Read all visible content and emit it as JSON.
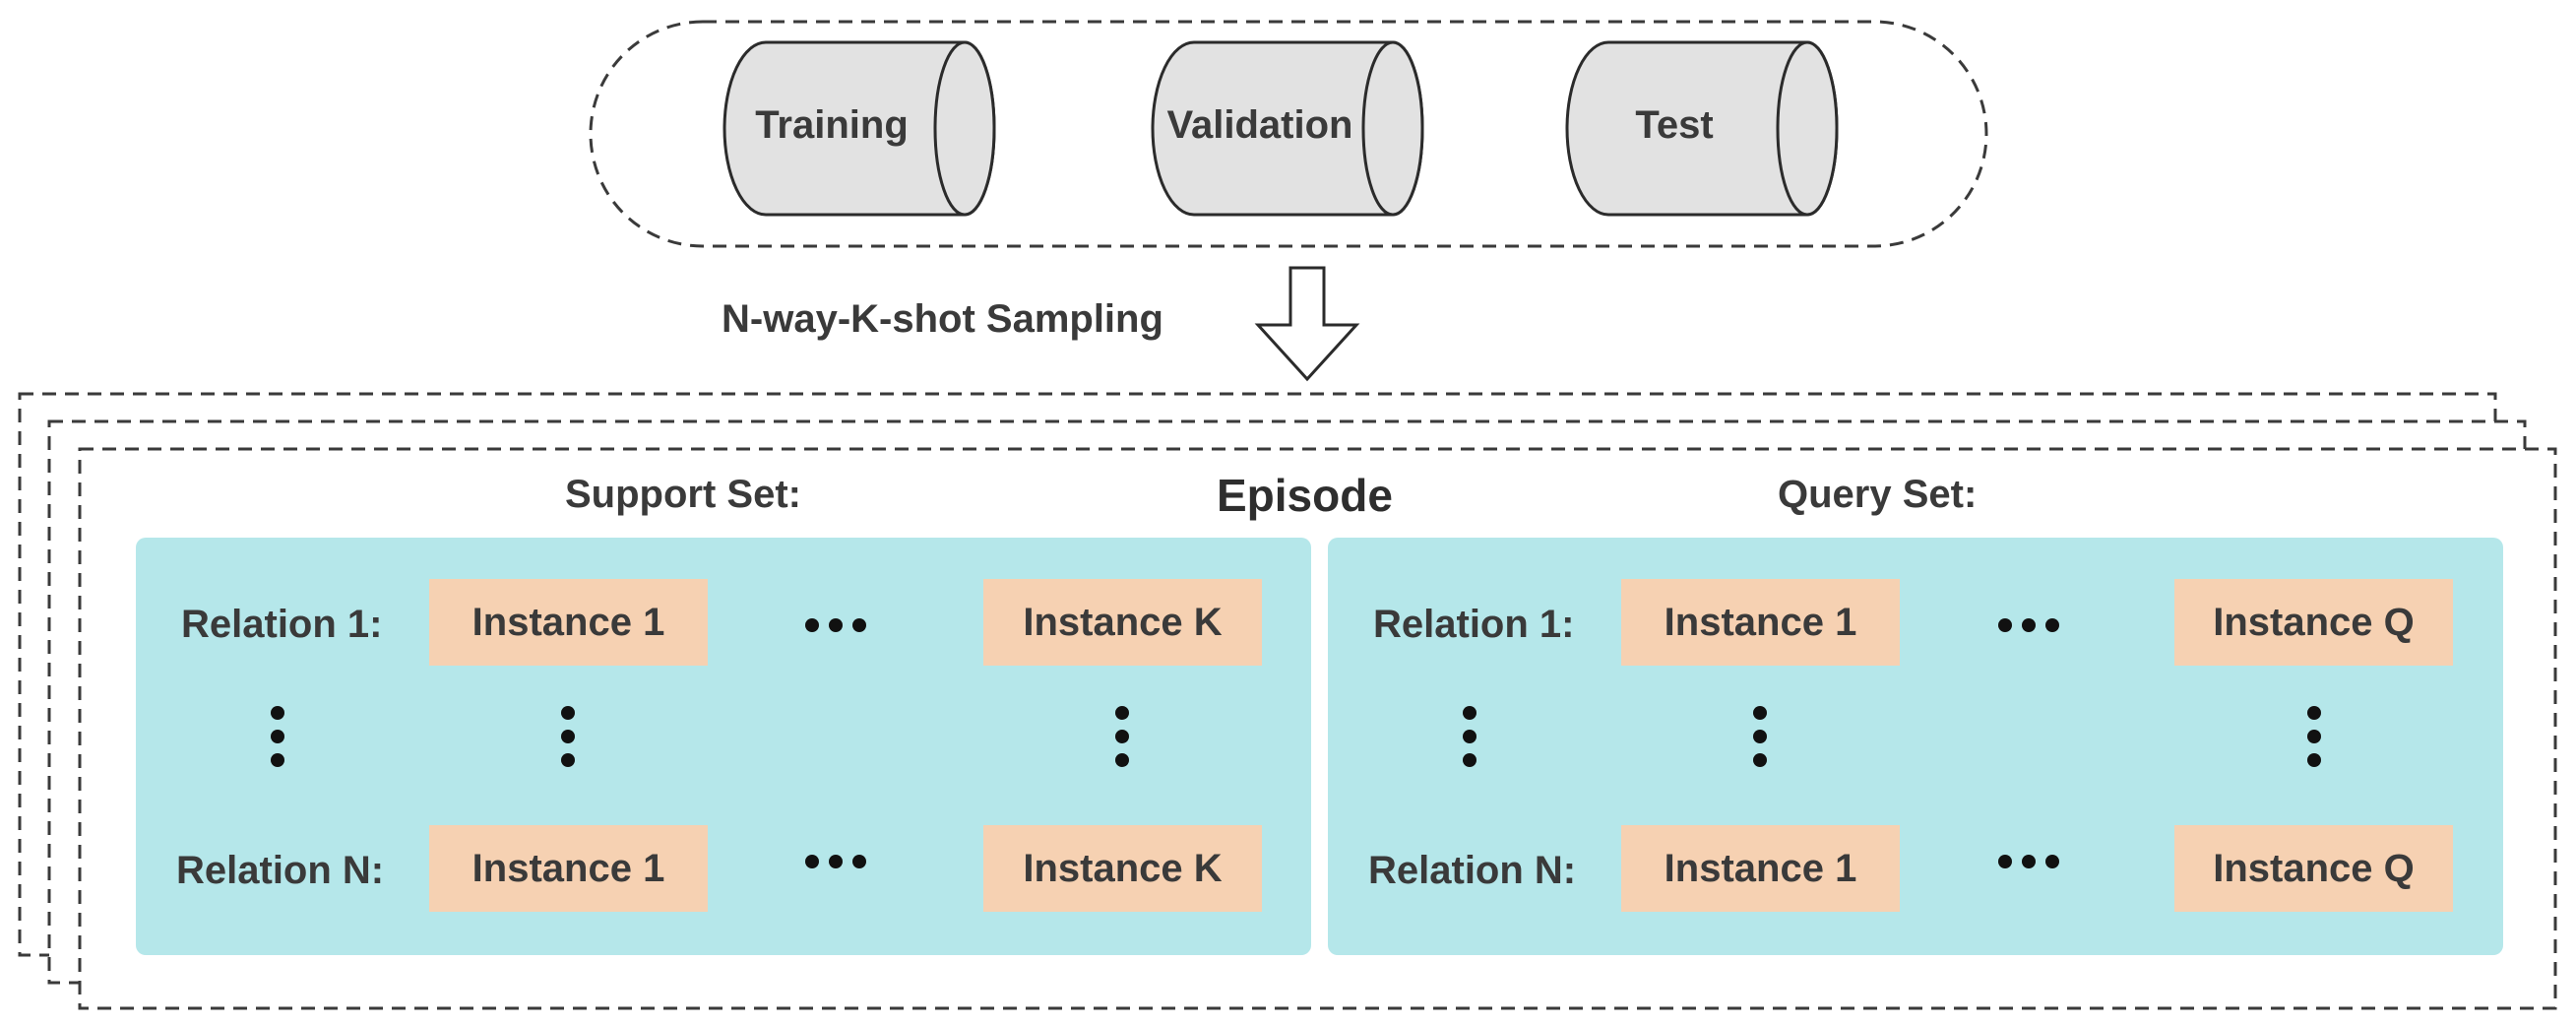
{
  "colors": {
    "panel_fill": "#b5e7ea",
    "instance_fill": "#f6d1b2",
    "cylinder_fill": "#e2e2e2",
    "text": "#3a3a3a"
  },
  "datasets": {
    "training": "Training",
    "validation": "Validation",
    "test": "Test"
  },
  "sampling_label": "N-way-K-shot Sampling",
  "episode": {
    "title": "Episode",
    "support": {
      "header": "Support Set:",
      "relation_first": "Relation 1:",
      "relation_last": "Relation N:",
      "instance_first": "Instance 1",
      "instance_last": "Instance K"
    },
    "query": {
      "header": "Query Set:",
      "relation_first": "Relation 1:",
      "relation_last": "Relation N:",
      "instance_first": "Instance 1",
      "instance_last": "Instance Q"
    }
  }
}
